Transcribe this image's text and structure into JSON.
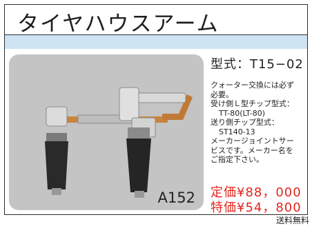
{
  "title": "タイヤハウスアーム",
  "product_code": "A152",
  "model_number": "型式：T15−02",
  "description_lines": [
    "クォーター交換には必ず",
    "必要。",
    "受け側Ｌ型チップ型式：",
    "TT-80(LT-80)",
    "送り側チップ型式：",
    "ST140-13",
    "メーカージョイントサー",
    "ビスです。メーカー名を",
    "ご指定下さい。"
  ],
  "list_price": "定価¥88，000",
  "sale_price": "特価¥54，800",
  "shipping_note": "送料無料",
  "colors": {
    "band": "#cfe4f3",
    "price": "#e1251b",
    "photo_bg": "#c4c4c4"
  }
}
